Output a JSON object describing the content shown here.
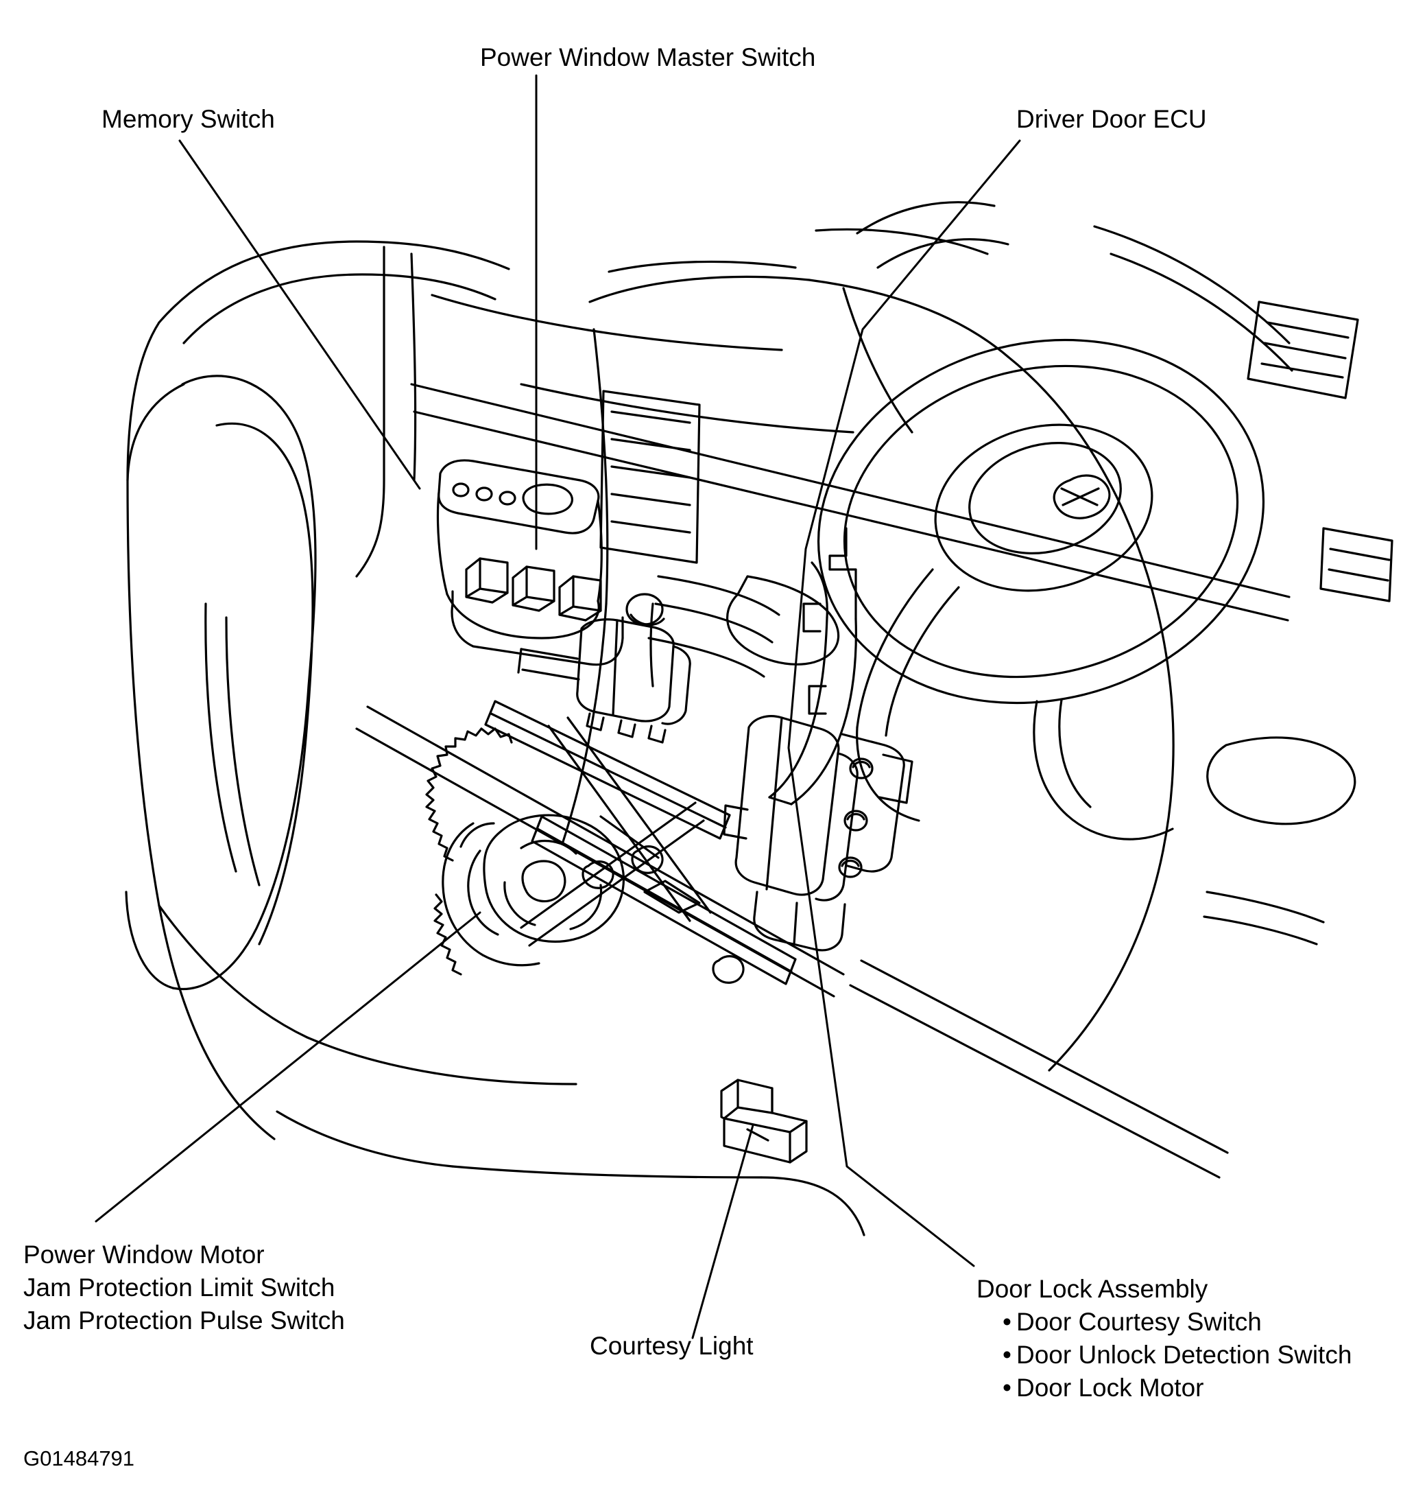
{
  "figure": {
    "id_code": "G01484791",
    "subject": "Driver door power window, door lock and ECU component location diagram"
  },
  "callouts": {
    "memory_switch": "Memory Switch",
    "power_window_master_switch": "Power Window Master Switch",
    "driver_door_ecu": "Driver Door ECU",
    "power_window_motor": "Power Window Motor",
    "jam_protection_limit_switch": "Jam Protection Limit Switch",
    "jam_protection_pulse_switch": "Jam Protection Pulse Switch",
    "courtesy_light": "Courtesy Light",
    "door_lock_assembly": "Door Lock Assembly",
    "door_lock_items": [
      "Door Courtesy Switch",
      "Door Unlock Detection Switch",
      "Door Lock Motor"
    ]
  }
}
